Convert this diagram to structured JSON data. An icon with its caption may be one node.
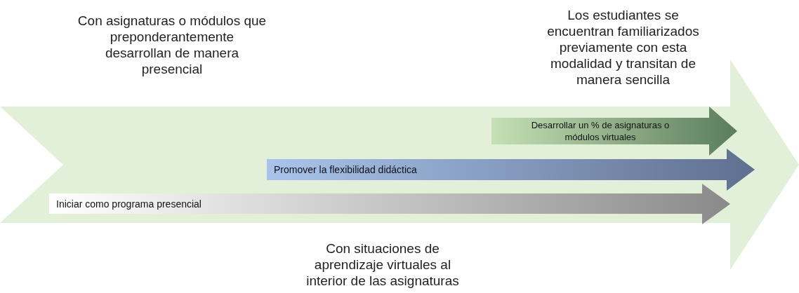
{
  "diagram": {
    "nodes": [
      {
        "text": [],
        "shape": "arrow"
      },
      {
        "text": [
          "Desarrollar un % de asignaturas o módulos virtuales"
        ],
        "in": 0
      },
      {
        "text": [
          "Promover la flexibilidad didáctica"
        ],
        "in": 0
      },
      {
        "text": [
          "Iniciar como programa presencial"
        ],
        "in": 0
      }
    ],
    "labels": [
      "Con asignaturas o módulos que preponderantemente desarrollan de manera presencial",
      "Los estudiantes se encuentran familiarizados previamente con esta modalidad y transitan de manera sencilla",
      "Con situaciones de aprendizaje virtuales al interior de las asignaturas"
    ]
  }
}
